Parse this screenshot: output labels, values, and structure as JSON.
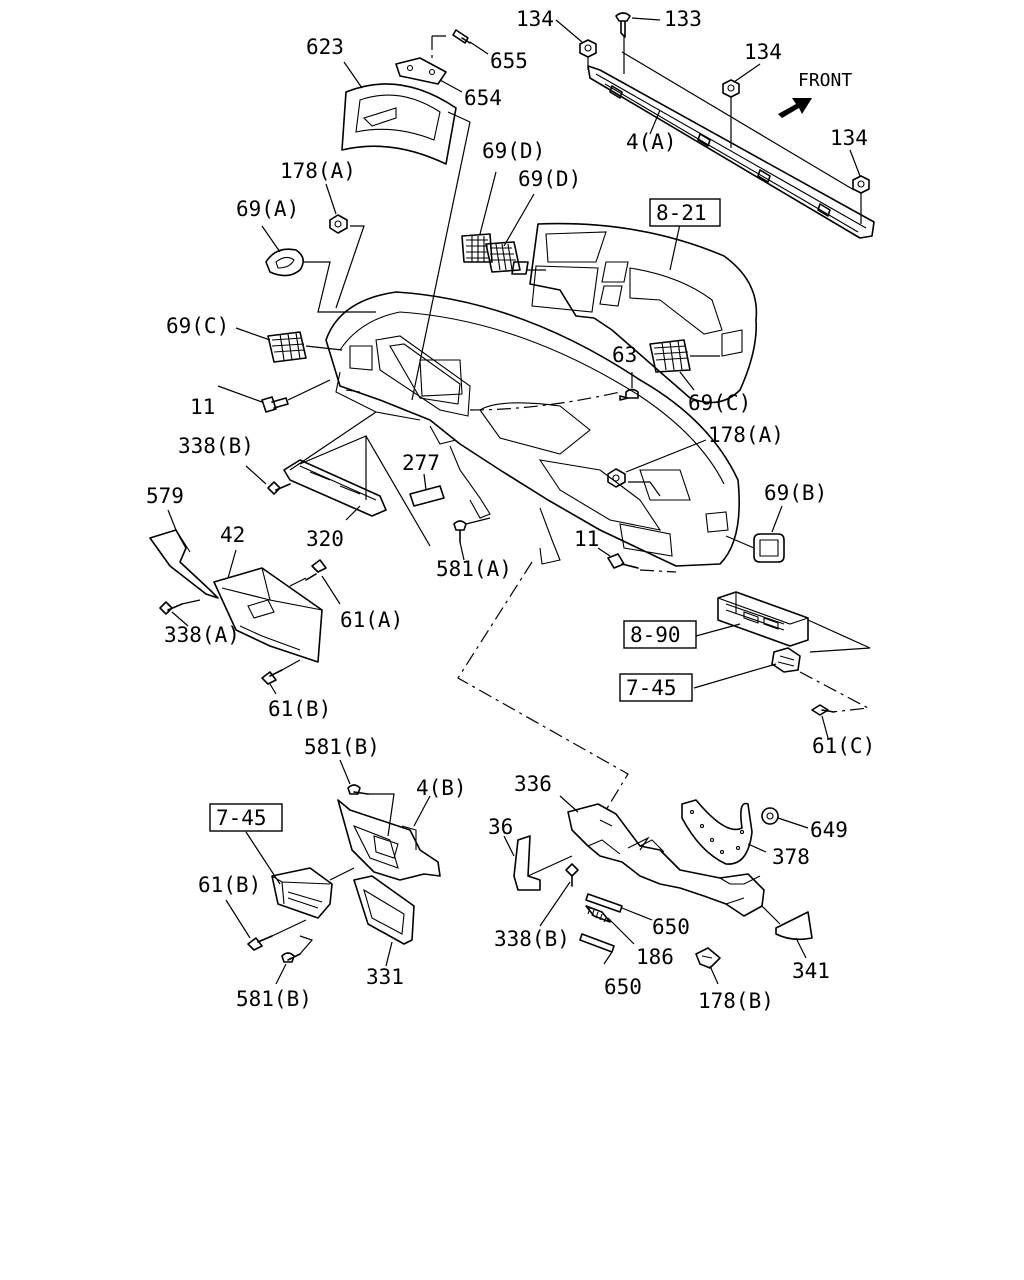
{
  "diagram": {
    "labels": {
      "l134a": "134",
      "l133": "133",
      "l134b": "134",
      "l134c": "134",
      "l623": "623",
      "l655": "655",
      "l654": "654",
      "front": "FRONT",
      "l4a": "4(A)",
      "l178a_top": "178(A)",
      "l69a": "69(A)",
      "l69d_a": "69(D)",
      "l69d_b": "69(D)",
      "l69c_left": "69(C)",
      "l11_left": "11",
      "l63": "63",
      "l69c_right": "69(C)",
      "l178a_mid": "178(A)",
      "l338b_top": "338(B)",
      "l277": "277",
      "l69b": "69(B)",
      "l579": "579",
      "l42": "42",
      "l320": "320",
      "l581a": "581(A)",
      "l11_right": "11",
      "l61a": "61(A)",
      "l338a": "338(A)",
      "l61b_top": "61(B)",
      "l61c": "61(C)",
      "l581b_top": "581(B)",
      "l4b": "4(B)",
      "l336": "336",
      "l36": "36",
      "l649": "649",
      "l378": "378",
      "l61b_bottom": "61(B)",
      "l338b_bottom": "338(B)",
      "l650_a": "650",
      "l186": "186",
      "l331": "331",
      "l650_b": "650",
      "l341": "341",
      "l581b_bottom": "581(B)",
      "l178b": "178(B)"
    },
    "refs": {
      "r821": "8-21",
      "r890": "8-90",
      "r745_right": "7-45",
      "r745_left": "7-45"
    }
  }
}
